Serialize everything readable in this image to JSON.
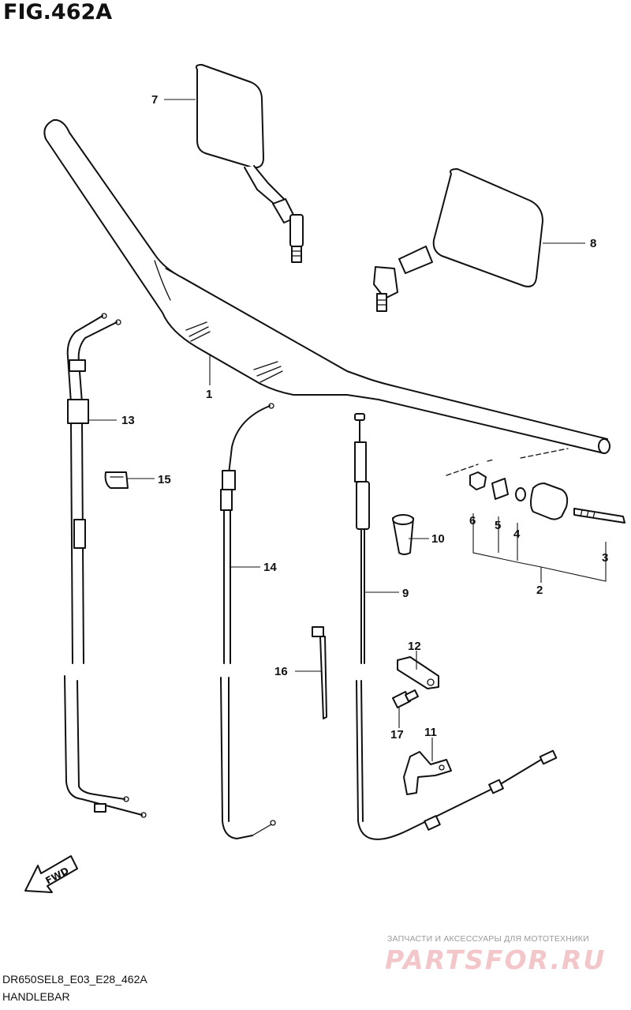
{
  "figure_title": "FIG.462A",
  "diagram_code": "DR650SEL8_E03_E28_462A",
  "section_name": "HANDLEBAR",
  "fwd_arrow_label": "FWD",
  "watermark": {
    "tagline": "ЗАПЧАСТИ И АКСЕССУАРЫ ДЛЯ МОТОТЕХНИКИ",
    "logo_text": "PARTSFOR.RU"
  },
  "callouts": [
    {
      "id": "1",
      "label": "1"
    },
    {
      "id": "2",
      "label": "2"
    },
    {
      "id": "3",
      "label": "3"
    },
    {
      "id": "4",
      "label": "4"
    },
    {
      "id": "5",
      "label": "5"
    },
    {
      "id": "6",
      "label": "6"
    },
    {
      "id": "7",
      "label": "7"
    },
    {
      "id": "8",
      "label": "8"
    },
    {
      "id": "9",
      "label": "9"
    },
    {
      "id": "10",
      "label": "10"
    },
    {
      "id": "11",
      "label": "11"
    },
    {
      "id": "12",
      "label": "12"
    },
    {
      "id": "13",
      "label": "13"
    },
    {
      "id": "14",
      "label": "14"
    },
    {
      "id": "15",
      "label": "15"
    },
    {
      "id": "16",
      "label": "16"
    },
    {
      "id": "17",
      "label": "17"
    }
  ],
  "colors": {
    "line": "#111111",
    "background": "#ffffff",
    "watermark_gray": "#9a9a9a",
    "watermark_pink": "#f3c7c9"
  }
}
